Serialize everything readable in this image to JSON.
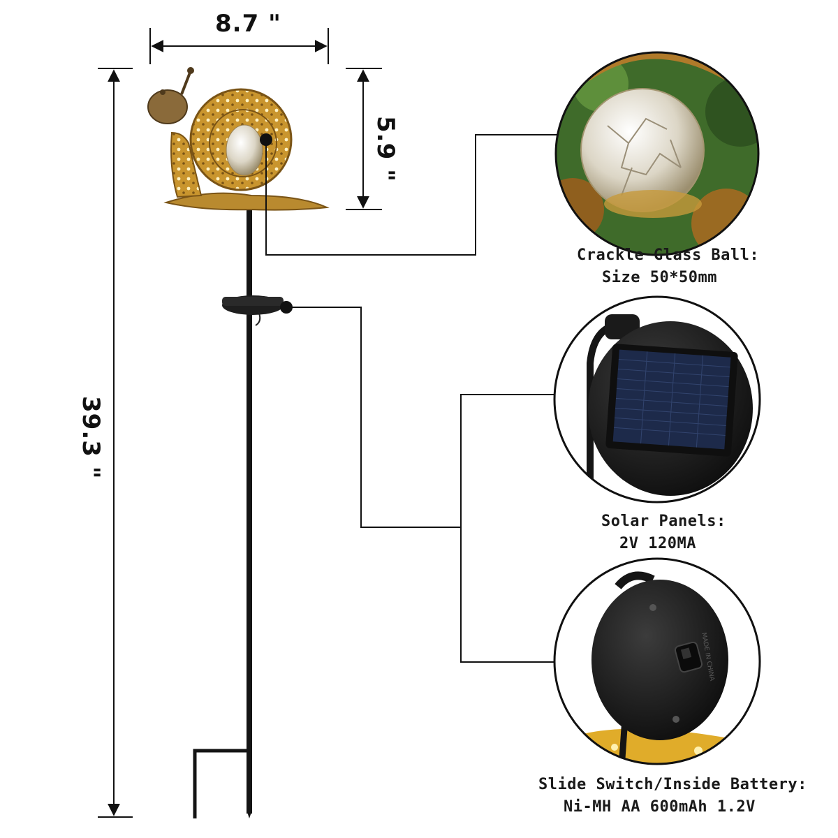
{
  "dimensions": {
    "width": "8.7 \"",
    "height": "5.9 \"",
    "total_height": "39.3 \""
  },
  "callouts": [
    {
      "title": "Crackle Glass Ball:",
      "detail": "Size 50*50mm"
    },
    {
      "title": "Solar Panels:",
      "detail": "2V 120MA"
    },
    {
      "title": "Slide Switch/Inside Battery:",
      "detail": "Ni-MH AA 600mAh 1.2V"
    }
  ],
  "battery_imprint": "MADE IN CHINA",
  "colors": {
    "line": "#111111",
    "snail_gold": "#c9952e",
    "snail_dark": "#7a5416",
    "stake": "#141414",
    "glass": "#d8d3c4",
    "foliage": "#3f6b2a",
    "panel_blue": "#1d2a4a",
    "housing": "#1b1b1b"
  },
  "icons": [
    "snail-lamp-icon",
    "glass-ball-icon",
    "solar-panel-icon",
    "battery-housing-icon",
    "slide-switch-icon"
  ]
}
